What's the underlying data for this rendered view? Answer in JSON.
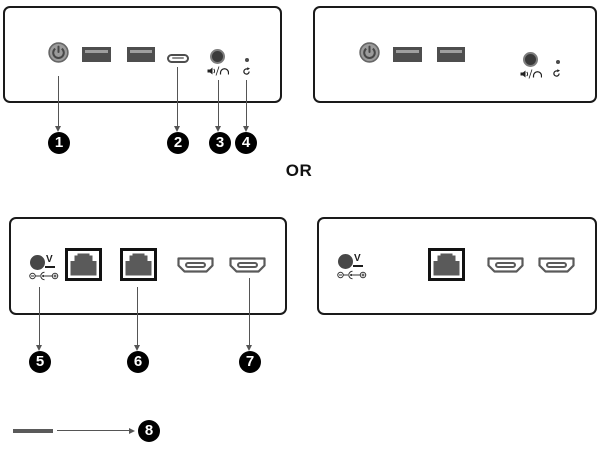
{
  "labels": {
    "or": "OR",
    "voltage": "V"
  },
  "callouts": [
    {
      "number": "1",
      "target": "power-button"
    },
    {
      "number": "2",
      "target": "usb-c-port"
    },
    {
      "number": "3",
      "target": "headset-jack"
    },
    {
      "number": "4",
      "target": "reset-pinhole"
    },
    {
      "number": "5",
      "target": "dc-in-jack"
    },
    {
      "number": "6",
      "target": "ethernet-port"
    },
    {
      "number": "7",
      "target": "hdmi-port"
    },
    {
      "number": "8",
      "target": "side-slot"
    }
  ],
  "panels": [
    {
      "id": "front-panel-variant-1",
      "ports": [
        "power-button",
        "usb-a-port",
        "usb-a-port",
        "usb-c-port",
        "headset-jack",
        "reset-pinhole"
      ]
    },
    {
      "id": "front-panel-variant-2",
      "ports": [
        "power-button",
        "usb-a-port",
        "usb-a-port",
        "headset-jack",
        "reset-pinhole"
      ]
    },
    {
      "id": "rear-panel-variant-1",
      "ports": [
        "dc-in-jack",
        "ethernet-port",
        "ethernet-port",
        "hdmi-port",
        "hdmi-port"
      ]
    },
    {
      "id": "rear-panel-variant-2",
      "ports": [
        "dc-in-jack",
        "ethernet-port",
        "hdmi-port",
        "hdmi-port"
      ]
    }
  ],
  "icons": {
    "power": "power-symbol",
    "headset": "speaker-slash-headphone",
    "reset": "circular-arrow",
    "polarity": "minus-center-dot-plus",
    "slot": "horizontal-slot-bar"
  },
  "colors": {
    "panel_border": "#1a1a1a",
    "port_gray": "#4e4e4e",
    "callout_bg": "#000000",
    "callout_text": "#ffffff",
    "line": "#555555"
  }
}
